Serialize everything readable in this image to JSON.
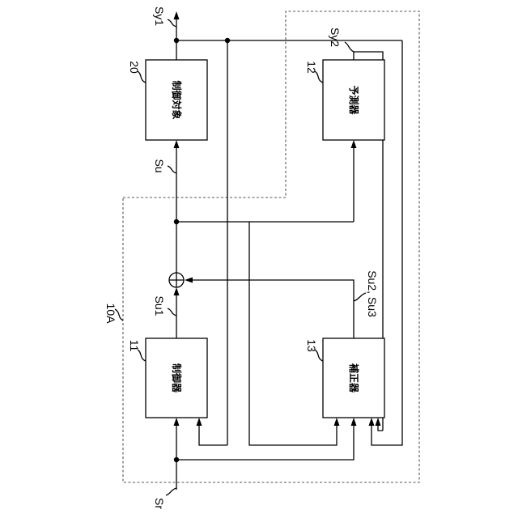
{
  "blocks": {
    "controlled_object": {
      "number": "20",
      "name": "制御対象"
    },
    "predictor": {
      "number": "12",
      "name": "予測器"
    },
    "controller": {
      "number": "11",
      "name": "制御器"
    },
    "corrector": {
      "number": "13",
      "name": "補正器"
    }
  },
  "system_label": "10A",
  "signals": {
    "sy1": "Sy1",
    "sy2": "Sy2",
    "su": "Su",
    "su1": "Su1",
    "su2_su3": "Su2, Su3",
    "sr": "Sr"
  }
}
